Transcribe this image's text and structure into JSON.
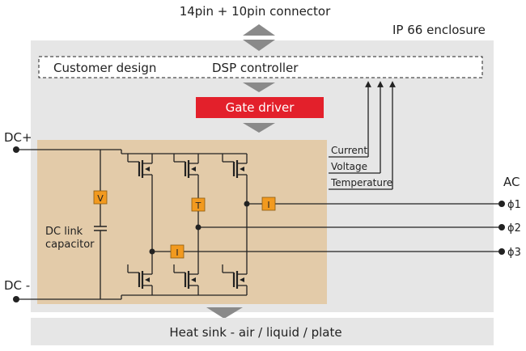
{
  "connector_label": "14pin + 10pin connector",
  "enclosure_label": "IP 66 enclosure",
  "customer_design_label": "Customer design",
  "dsp_label": "DSP controller",
  "gate_driver_label": "Gate driver",
  "dc_plus_label": "DC+",
  "dc_minus_label": "DC -",
  "capacitor_label_line1": "DC link",
  "capacitor_label_line2": "capacitor",
  "feedback": [
    "Current",
    "Voltage",
    "Temperature"
  ],
  "ac_label": "AC",
  "phase_labels": [
    "ϕ1",
    "ϕ2",
    "ϕ3"
  ],
  "sensors": {
    "voltage": "V",
    "temperature": "T",
    "current": "I"
  },
  "heat_sink_label": "Heat sink - air / liquid / plate",
  "colors": {
    "enclosure": "#e6e6e6",
    "power_stage": "#e3cba9",
    "gate_driver": "#e3202b",
    "arrow": "#8a8a8a",
    "sensor": "#f29a1f",
    "wire": "#222222"
  }
}
